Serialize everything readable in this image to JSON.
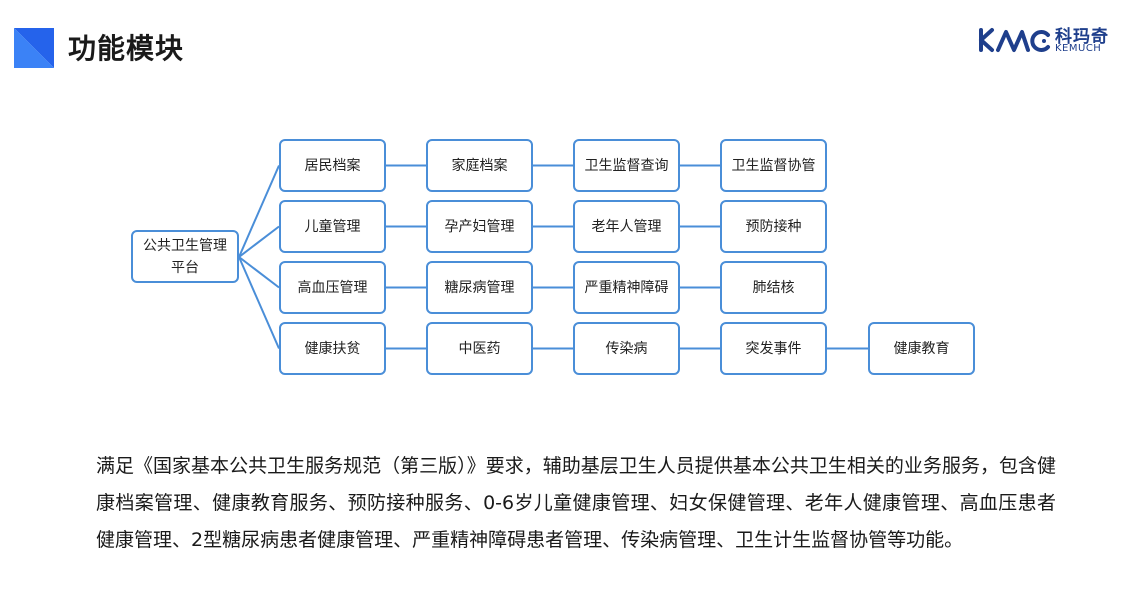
{
  "header": {
    "title": "功能模块",
    "logo": {
      "cn": "科玛奇",
      "en": "KEMUCH"
    }
  },
  "colors": {
    "accent": "#2563eb",
    "node_border": "#4a8ed8",
    "logo": "#1f3f8c"
  },
  "diagram": {
    "root": "公共卫生管理平台",
    "rows": [
      [
        "居民档案",
        "家庭档案",
        "卫生监督查询",
        "卫生监督协管"
      ],
      [
        "儿童管理",
        "孕产妇管理",
        "老年人管理",
        "预防接种"
      ],
      [
        "高血压管理",
        "糖尿病管理",
        "严重精神障碍",
        "肺结核"
      ],
      [
        "健康扶贫",
        "中医药",
        "传染病",
        "突发事件",
        "健康教育"
      ]
    ]
  },
  "description": "满足《国家基本公共卫生服务规范（第三版）》要求，辅助基层卫生人员提供基本公共卫生相关的业务服务，包含健康档案管理、健康教育服务、预防接种服务、0-6岁儿童健康管理、妇女保健管理、老年人健康管理、高血压患者健康管理、2型糖尿病患者健康管理、严重精神障碍患者管理、传染病管理、卫生计生监督协管等功能。"
}
